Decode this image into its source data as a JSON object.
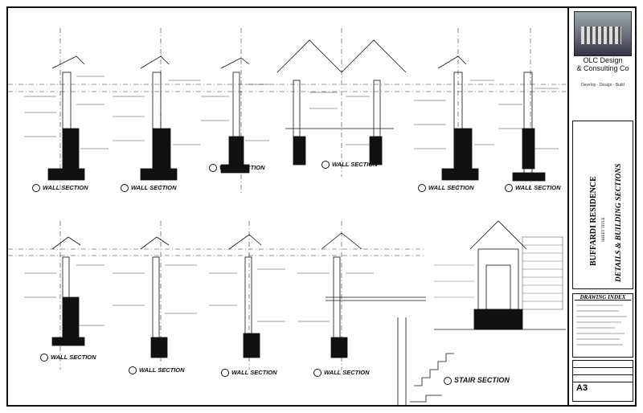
{
  "firm": {
    "name_line1": "OLC Design",
    "name_line2": "& Consulting Co",
    "tagline": "Develop · Design · Build"
  },
  "project": {
    "title": "BUFFARDI RESIDENCE",
    "subtitle": "SHEET TITLE",
    "sheet_title": "DETAILS & BUILDING SECTIONS"
  },
  "drawing_index": {
    "heading": "DRAWING INDEX"
  },
  "sheet_number": "A3",
  "labels": {
    "wall_section": "WALL SECTION",
    "stair_section": "STAIR SECTION"
  }
}
